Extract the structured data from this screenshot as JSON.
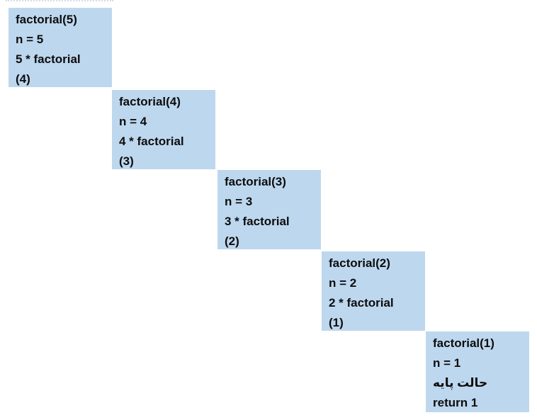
{
  "colors": {
    "box_bg": "#bdd7ee",
    "text": "#0d0d0d",
    "page_bg": "#ffffff"
  },
  "diagram": {
    "boxes": [
      {
        "lines": [
          "factorial(5)",
          "n = 5",
          "5 * factorial",
          "(4)"
        ]
      },
      {
        "lines": [
          "factorial(4)",
          "n = 4",
          "4 * factorial",
          "(3)"
        ]
      },
      {
        "lines": [
          "factorial(3)",
          "n = 3",
          "3 * factorial",
          "(2)"
        ]
      },
      {
        "lines": [
          "factorial(2)",
          "n = 2",
          "2 * factorial",
          "(1)"
        ]
      },
      {
        "lines": [
          "factorial(1)",
          "n = 1",
          "حالت پایه",
          "return 1"
        ]
      }
    ]
  }
}
